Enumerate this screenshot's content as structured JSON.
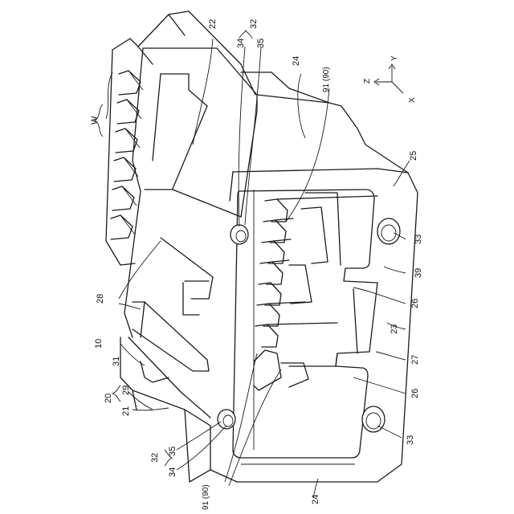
{
  "labels": {
    "w": "W",
    "n22": "22",
    "n34a": "34",
    "n32a": "32",
    "n35a": "35",
    "n24a": "24",
    "n91a": "91 (90)",
    "n25": "25",
    "n33a": "33",
    "n39": "39",
    "n26a": "26",
    "n23": "23",
    "n27": "27",
    "n26b": "26",
    "n33b": "33",
    "n28": "28",
    "n10": "10",
    "n31": "31",
    "n20": "20",
    "n29": "29",
    "n21": "21",
    "n32b": "32",
    "n35b": "35",
    "n34b": "34",
    "n91b": "91 (90)",
    "n24b": "24"
  },
  "axes": {
    "z": "Z",
    "y": "Y",
    "x": "X"
  }
}
